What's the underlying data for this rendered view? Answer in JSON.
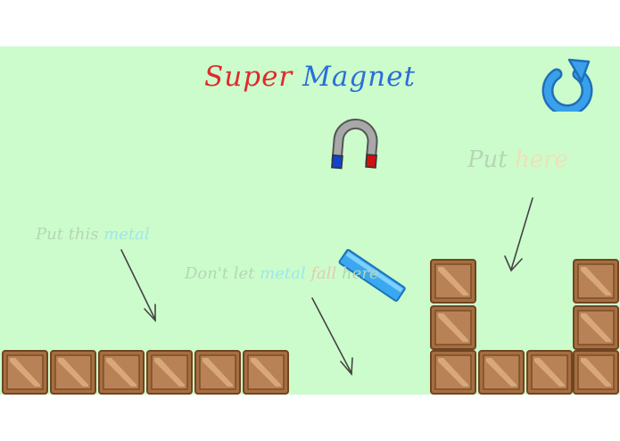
{
  "game": {
    "title_part1": "Super",
    "title_part2": "Magnet",
    "colors": {
      "background": "#ccfccc",
      "title_part1": "#e02a2a",
      "title_part2": "#2a6ed8",
      "hint_text": "#b5d6b5",
      "hint_metal": "#9fe7e7",
      "hint_fall": "#e6c9b0",
      "hint_here": "#f0e0b8",
      "crate": "#b37a4c",
      "magnet_body": "#a8a8a8",
      "magnet_red": "#cc1111",
      "magnet_blue": "#1144cc",
      "metal_bar": "#3aa8f0",
      "restart_icon": "#2a8ee0"
    },
    "hints": {
      "put_this": {
        "word1": "Put this",
        "word2": "metal"
      },
      "dont_let": {
        "word1": "Don't let",
        "word2": "metal",
        "word3": "fall",
        "word4": "here"
      },
      "put_here": {
        "word1": "Put",
        "word2": "here"
      }
    },
    "icons": {
      "restart": "restart-arrow-icon",
      "magnet": "horseshoe-magnet-icon",
      "arrow": "arrow-down-icon"
    }
  }
}
